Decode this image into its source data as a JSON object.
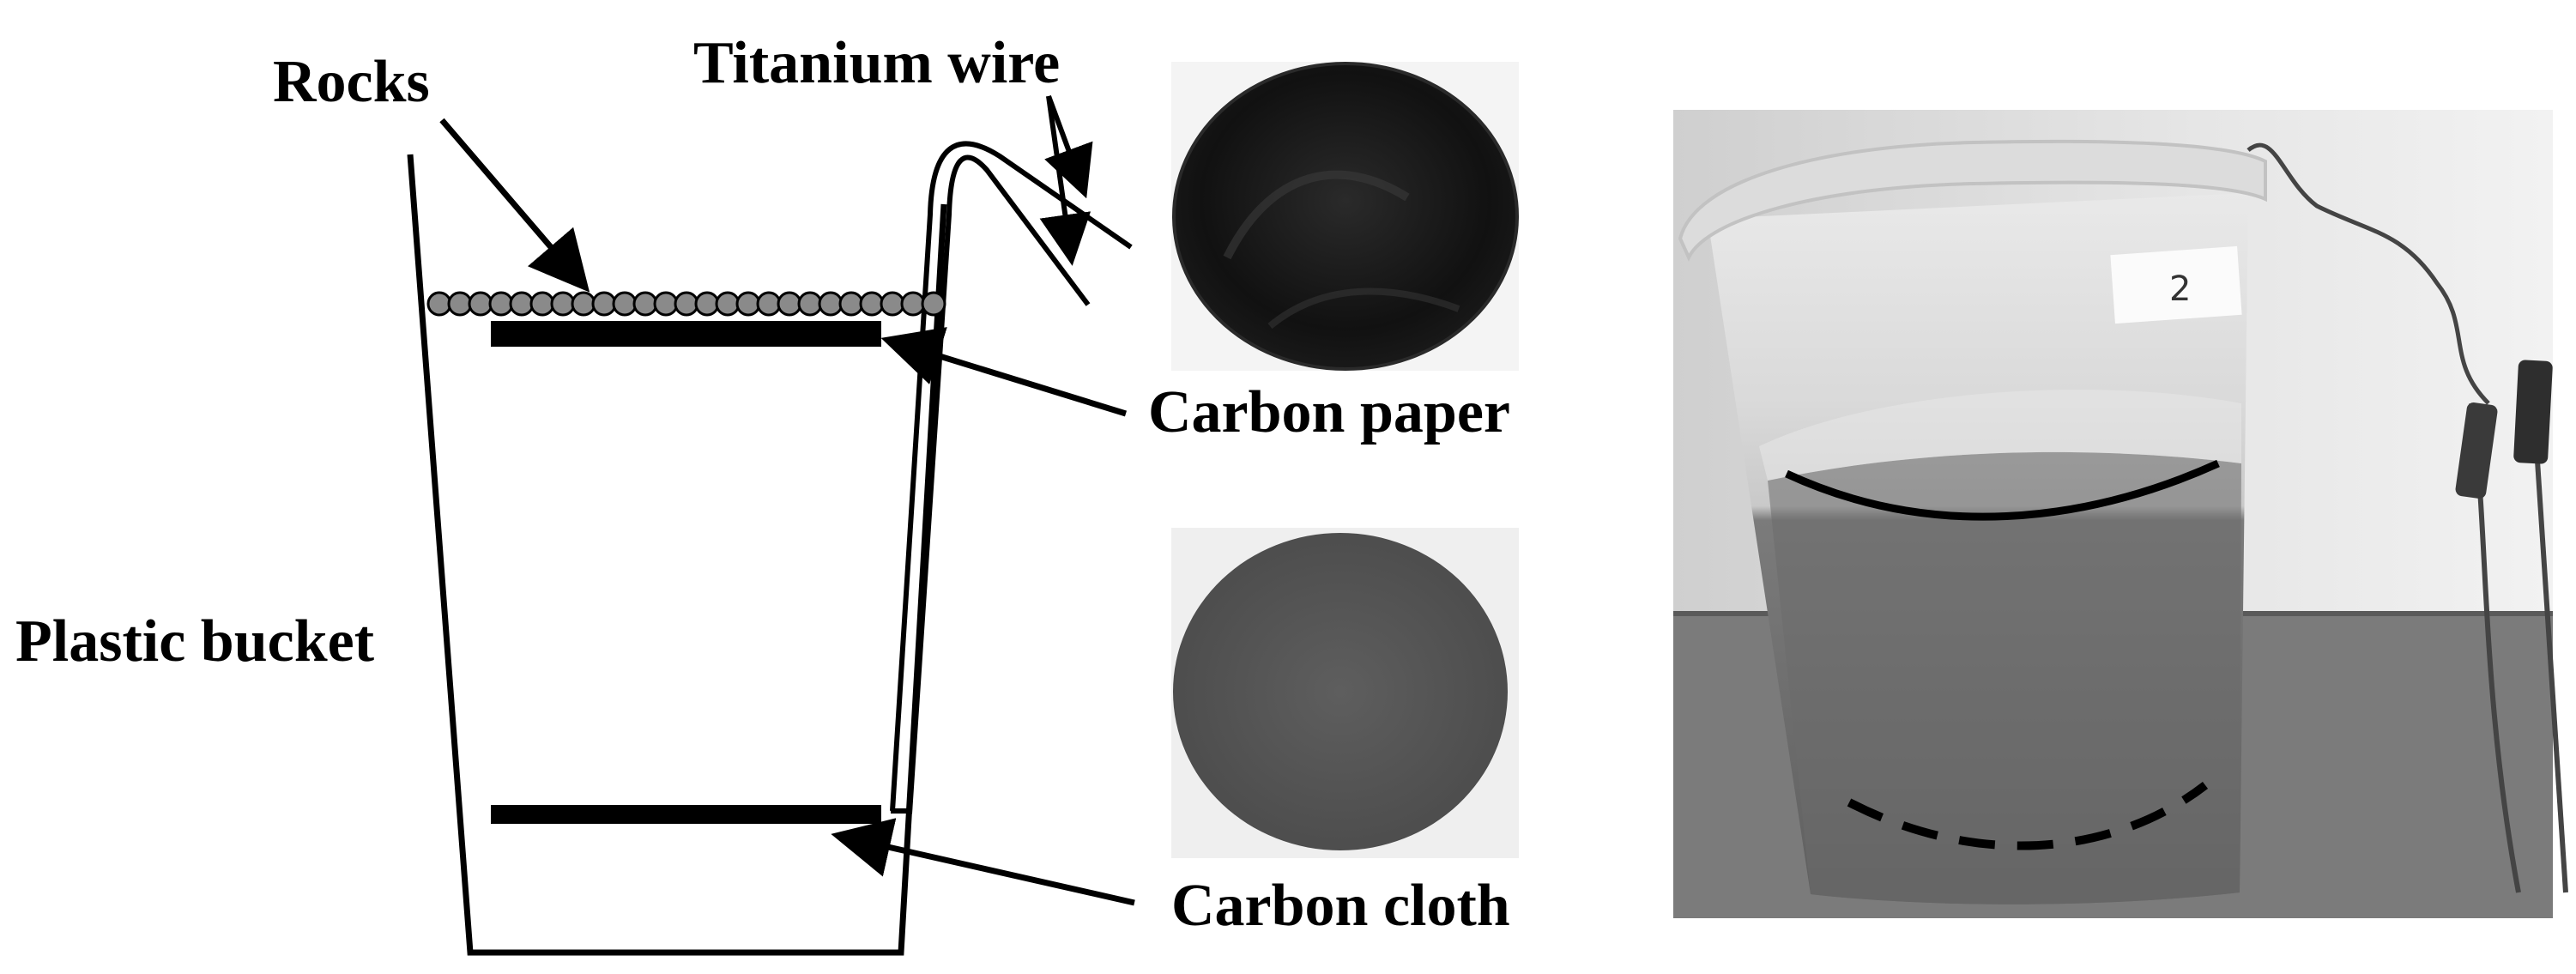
{
  "labels": {
    "rocks": "Rocks",
    "titanium_wire": "Titanium wire",
    "carbon_paper": "Carbon paper",
    "carbon_cloth": "Carbon cloth",
    "plastic_bucket": "Plastic bucket"
  },
  "photo": {
    "bucket_tag": "2"
  },
  "colors": {
    "ink": "#000000",
    "rock_fill": "#8a8a8a",
    "carbon_paper_fill": "#151515",
    "carbon_cloth_fill": "#555555",
    "photo_wall": "#d8d8d8",
    "photo_table": "#7a7a7a",
    "sediment": "#6a6a6a"
  }
}
